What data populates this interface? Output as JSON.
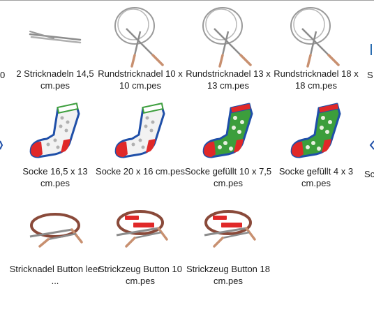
{
  "edges": {
    "left_row1": "0",
    "right_row1": "S",
    "left_row2": "",
    "right_row2": "Sc"
  },
  "files": [
    {
      "label": "2 Stricknadeln 14,5 cm.pes",
      "icon": "straight-needles-icon"
    },
    {
      "label": "Rundstricknadel 10 x 10 cm.pes",
      "icon": "circular-needle-icon"
    },
    {
      "label": "Rundstricknadel 13 x 13 cm.pes",
      "icon": "circular-needle-icon"
    },
    {
      "label": "Rundstricknadel 18 x 18 cm.pes",
      "icon": "circular-needle-icon"
    },
    {
      "label": "Socke 16,5 x 13 cm.pes",
      "icon": "sock-white-icon"
    },
    {
      "label": "Socke 20 x 16 cm.pes",
      "icon": "sock-white-icon"
    },
    {
      "label": "Socke gefüllt 10 x 7,5 cm.pes",
      "icon": "sock-filled-icon"
    },
    {
      "label": "Socke gefüllt 4 x 3 cm.pes",
      "icon": "sock-filled-icon"
    },
    {
      "label": "Stricknadel Button leer ...",
      "icon": "needle-button-empty-icon"
    },
    {
      "label": "Strickzeug Button 10 cm.pes",
      "icon": "needle-button-text-icon"
    },
    {
      "label": "Strickzeug Button 18 cm.pes",
      "icon": "needle-button-text-icon"
    }
  ],
  "colors": {
    "needle_wood": "#c89070",
    "needle_metal": "#8c8c8c",
    "sock_blue": "#1f4fa8",
    "sock_red": "#e02828",
    "sock_green": "#3c9e3c",
    "ring_brown": "#8a4a3a"
  }
}
